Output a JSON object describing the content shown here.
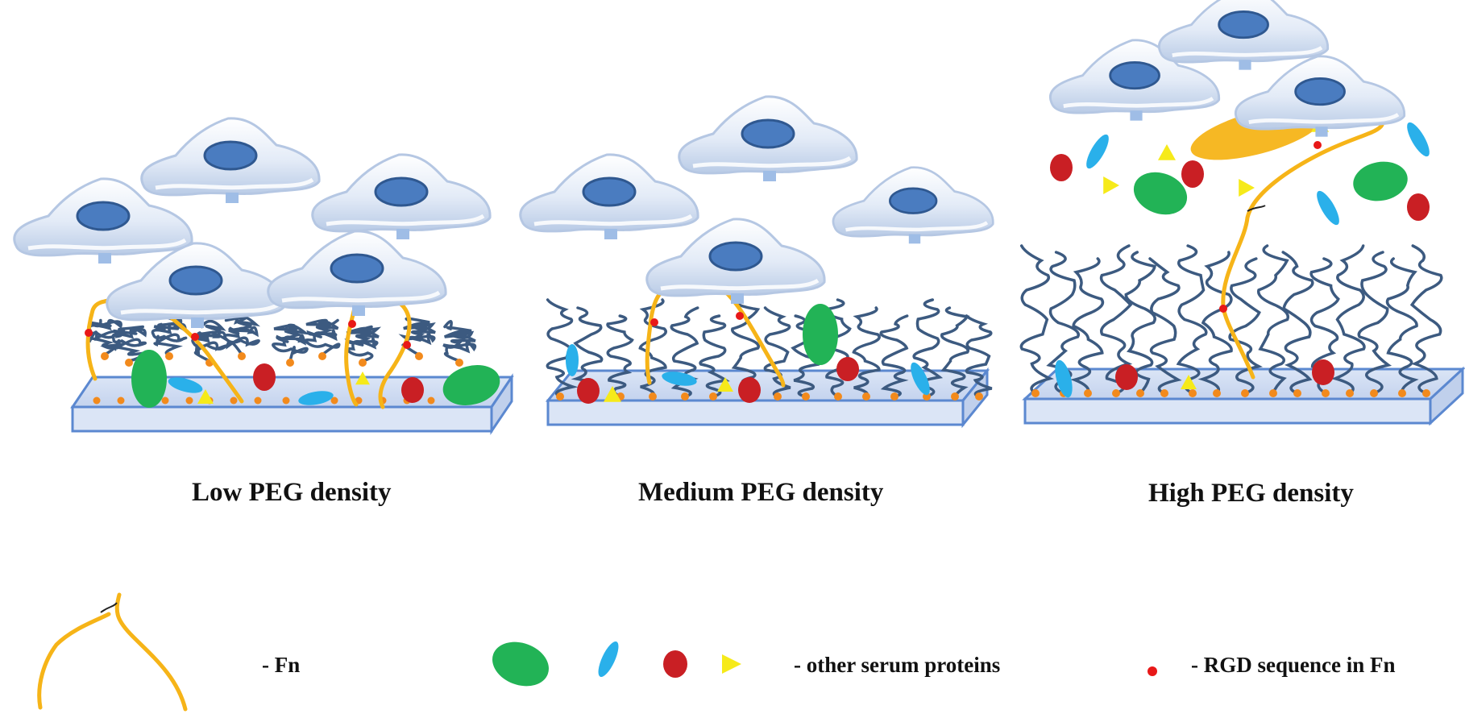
{
  "panels": [
    {
      "title": "Low PEG density"
    },
    {
      "title": "Medium PEG density"
    },
    {
      "title": "High PEG density"
    }
  ],
  "legend": {
    "fn": "- Fn",
    "serum": "- other serum proteins",
    "rgd": "- RGD sequence in Fn"
  },
  "colors": {
    "fn": "#f6b418",
    "rgd": "#e81818",
    "peg": "#3c5a80",
    "substrate_top": "#cfdcf3",
    "substrate_edge": "#5b88d0",
    "cell_fill": "#dfe8f5",
    "nucleus": "#4a7cc0",
    "green_protein": "#22b356",
    "blue_protein": "#2ab0ea",
    "red_protein": "#c91f24",
    "yellow_protein": "#f6ea1a",
    "anchor": "#f28a1c"
  }
}
